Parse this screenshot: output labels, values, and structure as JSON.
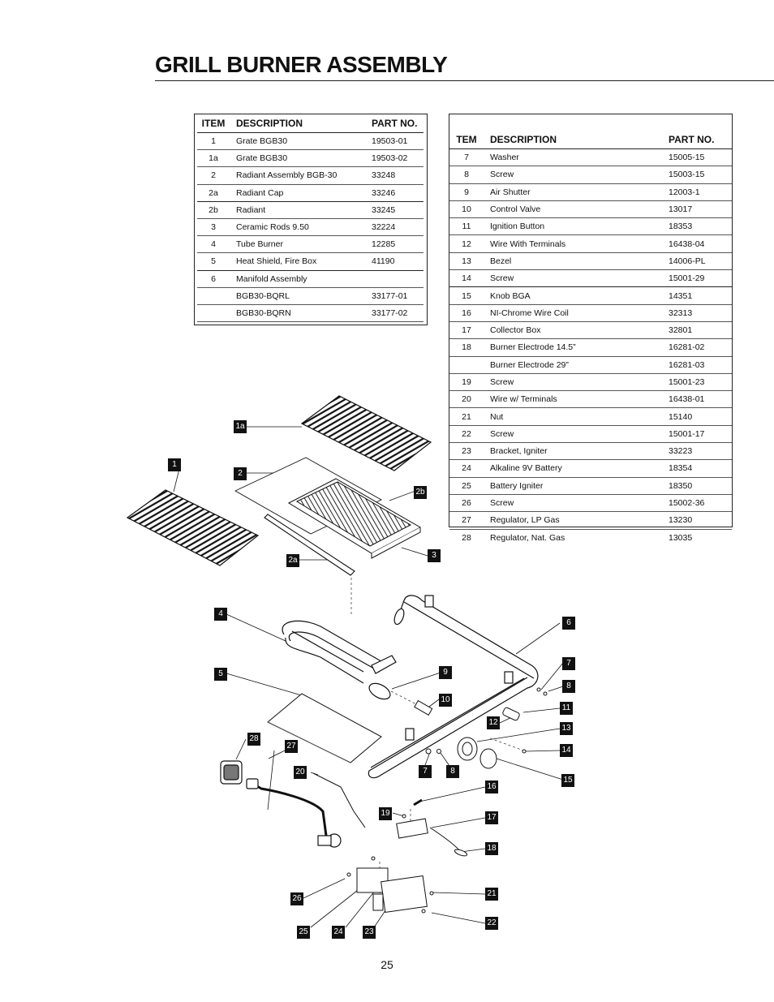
{
  "title": "GRILL BURNER ASSEMBLY",
  "page_number": "25",
  "table_left": {
    "headers": {
      "item": "ITEM",
      "description": "DESCRIPTION",
      "part": "PART NO."
    },
    "rows": [
      {
        "item": "1",
        "description": "Grate BGB30",
        "part": "19503-01"
      },
      {
        "item": "1a",
        "description": "Grate BGB30",
        "part": "19503-02"
      },
      {
        "item": "2",
        "description": "Radiant Assembly BGB-30",
        "part": "33248"
      },
      {
        "item": "2a",
        "description": "Radiant Cap",
        "part": "33246"
      },
      {
        "item": "2b",
        "description": "Radiant",
        "part": "33245"
      },
      {
        "item": "3",
        "description": "Ceramic Rods 9.50",
        "part": "32224"
      },
      {
        "item": "4",
        "description": "Tube Burner",
        "part": "12285"
      },
      {
        "item": "5",
        "description": "Heat Shield, Fire Box",
        "part": "41190"
      },
      {
        "item": "6",
        "description": "Manifold Assembly",
        "part": ""
      },
      {
        "item": "",
        "description": "BGB30-BQRL",
        "part": "33177-01"
      },
      {
        "item": "",
        "description": "BGB30-BQRN",
        "part": "33177-02"
      }
    ]
  },
  "table_right": {
    "headers": {
      "item": "TEM",
      "description": "DESCRIPTION",
      "part": "PART NO."
    },
    "rows": [
      {
        "item": "7",
        "description": "Washer",
        "part": "15005-15"
      },
      {
        "item": "8",
        "description": "Screw",
        "part": "15003-15"
      },
      {
        "item": "9",
        "description": "Air Shutter",
        "part": "12003-1"
      },
      {
        "item": "10",
        "description": "Control Valve",
        "part": "13017"
      },
      {
        "item": "11",
        "description": "Ignition Button",
        "part": "18353"
      },
      {
        "item": "12",
        "description": "Wire With Terminals",
        "part": "16438-04"
      },
      {
        "item": "13",
        "description": "Bezel",
        "part": "14006-PL"
      },
      {
        "item": "14",
        "description": "Screw",
        "part": "15001-29"
      },
      {
        "item": "15",
        "description": "Knob BGA",
        "part": "14351"
      },
      {
        "item": "16",
        "description": "NI-Chrome Wire Coil",
        "part": "32313"
      },
      {
        "item": "17",
        "description": "Collector Box",
        "part": "32801"
      },
      {
        "item": "18",
        "description": "Burner Electrode 14.5”",
        "part": "16281-02"
      },
      {
        "item": "",
        "description": "Burner Electrode  29”",
        "part": "16281-03"
      },
      {
        "item": "19",
        "description": "Screw",
        "part": "15001-23"
      },
      {
        "item": "20",
        "description": "Wire w/ Terminals",
        "part": "16438-01"
      },
      {
        "item": "21",
        "description": "Nut",
        "part": "15140"
      },
      {
        "item": "22",
        "description": "Screw",
        "part": "15001-17"
      },
      {
        "item": "23",
        "description": "Bracket, Igniter",
        "part": "33223"
      },
      {
        "item": "24",
        "description": "Alkaline 9V Battery",
        "part": "18354"
      },
      {
        "item": "25",
        "description": "Battery Igniter",
        "part": "18350"
      },
      {
        "item": "26",
        "description": "Screw",
        "part": "15002-36"
      },
      {
        "item": "27",
        "description": "Regulator, LP Gas",
        "part": "13230"
      },
      {
        "item": "28",
        "description": "Regulator, Nat. Gas",
        "part": "13035"
      }
    ]
  },
  "callouts": [
    "1",
    "1a",
    "2",
    "2a",
    "2b",
    "3",
    "4",
    "5",
    "6",
    "7",
    "8",
    "9",
    "10",
    "11",
    "12",
    "13",
    "14",
    "15",
    "7",
    "8",
    "16",
    "17",
    "18",
    "19",
    "20",
    "21",
    "22",
    "23",
    "24",
    "25",
    "26",
    "27",
    "28"
  ]
}
